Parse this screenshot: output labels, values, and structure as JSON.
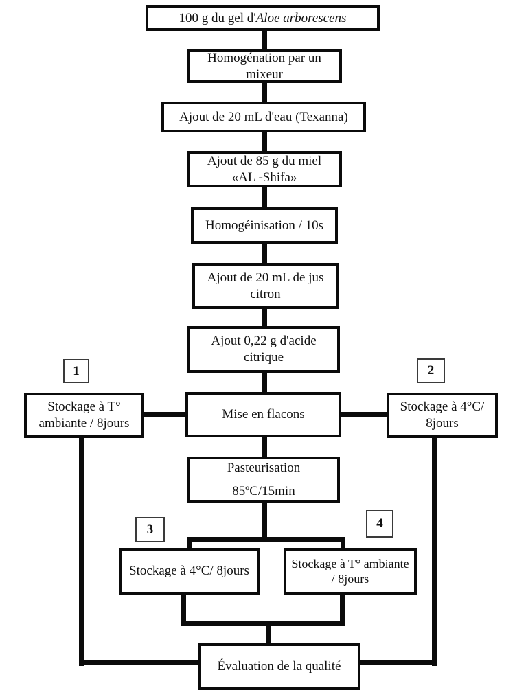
{
  "diagram": {
    "background": "#ffffff",
    "line_color": "#0b0b0b",
    "box_border_color": "#0b0b0b",
    "text_color": "#111111",
    "nodes": {
      "source": {
        "prefix": "100 g du gel d'",
        "italic": "Aloe arborescens"
      },
      "homogenation": {
        "line1": "Homogénation par un",
        "line2": "mixeur"
      },
      "eau": {
        "line1": "Ajout de 20 mL d'eau (Texanna)"
      },
      "miel": {
        "line1": "Ajout de 85 g du miel",
        "line2": "«AL -Shifa»"
      },
      "homogeinisation": {
        "line1": "Homogéinisation / 10s"
      },
      "jus": {
        "line1": "Ajout de 20 mL de jus",
        "line2": "citron"
      },
      "acide": {
        "line1": "Ajout 0,22 g d'acide",
        "line2": "citrique"
      },
      "flacons": {
        "line1": "Mise en flacons"
      },
      "pasteurisation": {
        "line1": "Pasteurisation",
        "line2": "85ºC/15min"
      },
      "stockage1": {
        "badge": "1",
        "line1": "Stockage à T°",
        "line2": "ambiante / 8jours"
      },
      "stockage2": {
        "badge": "2",
        "line1": "Stockage à 4°C/",
        "line2": "8jours"
      },
      "stockage3": {
        "badge": "3",
        "line1": "Stockage à 4°C/ 8jours"
      },
      "stockage4": {
        "badge": "4",
        "line1": "Stockage à T° ambiante",
        "line2": "/ 8jours"
      },
      "evaluation": {
        "line1": "Évaluation de la qualité"
      }
    },
    "edges": [
      [
        "source",
        "homogenation"
      ],
      [
        "homogenation",
        "eau"
      ],
      [
        "eau",
        "miel"
      ],
      [
        "miel",
        "homogeinisation"
      ],
      [
        "homogeinisation",
        "jus"
      ],
      [
        "jus",
        "acide"
      ],
      [
        "acide",
        "flacons"
      ],
      [
        "stockage1",
        "flacons"
      ],
      [
        "flacons",
        "stockage2"
      ],
      [
        "flacons",
        "pasteurisation"
      ],
      [
        "pasteurisation",
        "stockage3"
      ],
      [
        "pasteurisation",
        "stockage4"
      ],
      [
        "stockage3",
        "evaluation"
      ],
      [
        "stockage4",
        "evaluation"
      ],
      [
        "stockage1",
        "evaluation"
      ],
      [
        "stockage2",
        "evaluation"
      ]
    ]
  }
}
